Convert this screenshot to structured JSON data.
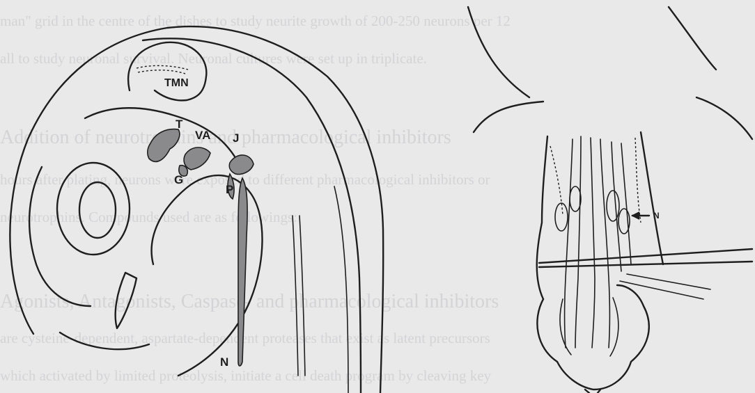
{
  "bleed_through": [
    "man\" grid in the centre of the dishes to study neurite growth of 200-250 neurons per 12",
    "all to study neuronal survival. Neuronal cultures were set up in triplicate.",
    "Addition of neurotrophins and pharmacological inhibitors",
    "hours after plating, neurons were exposed to different pharmacological inhibitors or",
    "neurotrophins. Compounds used are as followings:",
    "Agonists, Antagonists, Caspase- and pharmacological inhibitors",
    "are cysteine-dependent, aspartate-dependent proteases that exist as latent precursors",
    "which activated by limited proteolysis, initiate a cell death program by cleaving key"
  ],
  "figure_left": {
    "labels": {
      "tmn": "TMN",
      "t": "T",
      "va": "VA",
      "j": "J",
      "g": "G",
      "p": "P",
      "n": "N"
    }
  },
  "figure_right": {
    "labels": {
      "n": "N"
    }
  }
}
